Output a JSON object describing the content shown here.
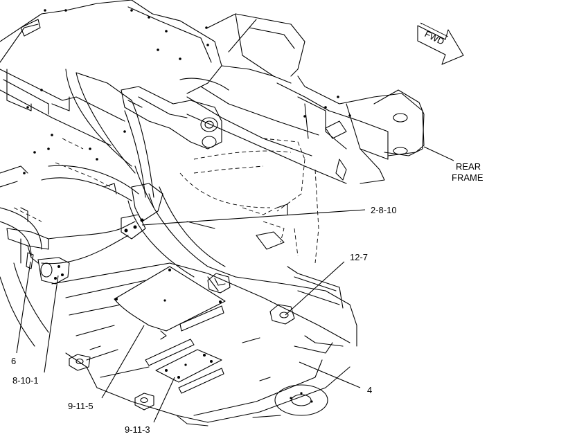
{
  "arrow": {
    "label": "FWD"
  },
  "labels": {
    "rear_frame_line1": "REAR",
    "rear_frame_line2": "FRAME",
    "c_2_8_10": "2-8-10",
    "c_12_7": "12-7",
    "c_6": "6",
    "c_8_10_1": "8-10-1",
    "c_9_11_5": "9-11-5",
    "c_9_11_3": "9-11-3",
    "c_4": "4"
  }
}
